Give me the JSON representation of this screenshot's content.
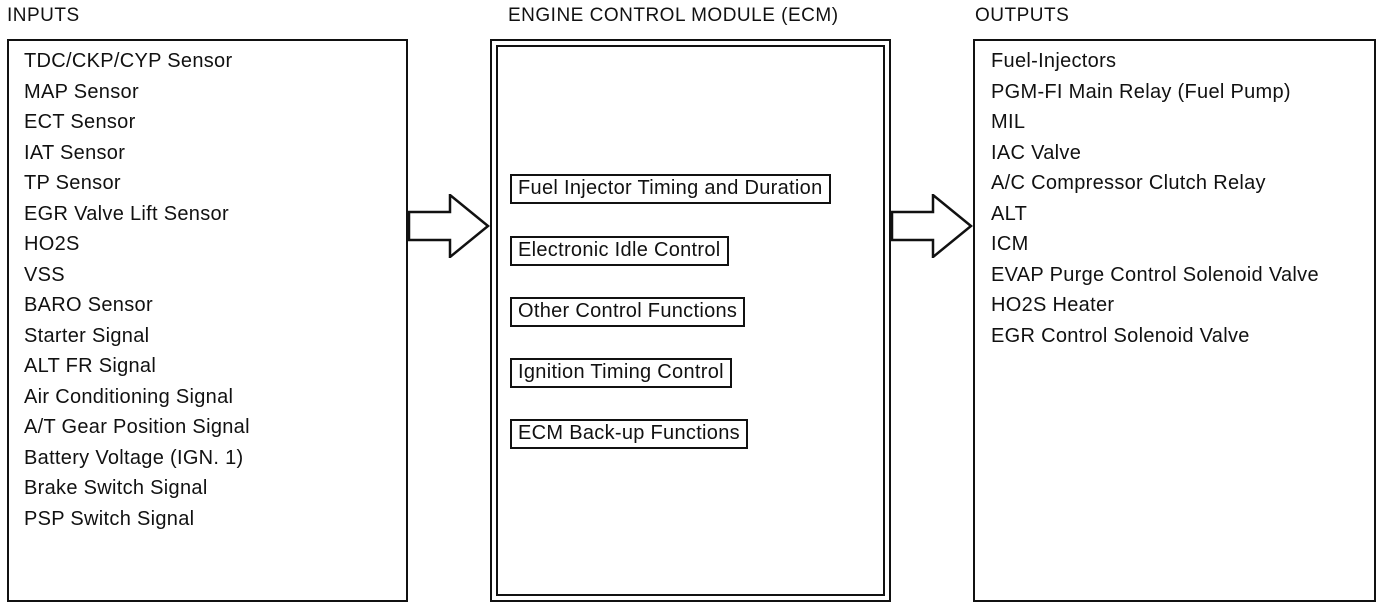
{
  "headings": {
    "inputs": "INPUTS",
    "ecm": "ENGINE CONTROL MODULE (ECM)",
    "outputs": "OUTPUTS"
  },
  "inputs": [
    "TDC/CKP/CYP Sensor",
    "MAP Sensor",
    "ECT Sensor",
    "IAT Sensor",
    "TP Sensor",
    "EGR Valve Lift Sensor",
    "HO2S",
    "VSS",
    "BARO Sensor",
    "Starter Signal",
    "ALT FR Signal",
    "Air Conditioning Signal",
    "A/T Gear Position Signal",
    "Battery Voltage (IGN. 1)",
    "Brake Switch Signal",
    "PSP Switch Signal"
  ],
  "ecm_functions": [
    "Fuel Injector Timing and Duration",
    "Electronic Idle Control",
    "Other Control Functions",
    "Ignition Timing Control",
    "ECM Back-up Functions"
  ],
  "outputs": [
    "Fuel-Injectors",
    "PGM-FI Main Relay (Fuel Pump)",
    "MIL",
    "IAC Valve",
    "A/C Compressor Clutch Relay",
    "ALT",
    "ICM",
    "EVAP Purge Control Solenoid Valve",
    "HO2S Heater",
    "EGR Control Solenoid Valve"
  ],
  "icons": {
    "input_arrow": "right-arrow-icon",
    "output_arrow": "right-arrow-icon"
  }
}
